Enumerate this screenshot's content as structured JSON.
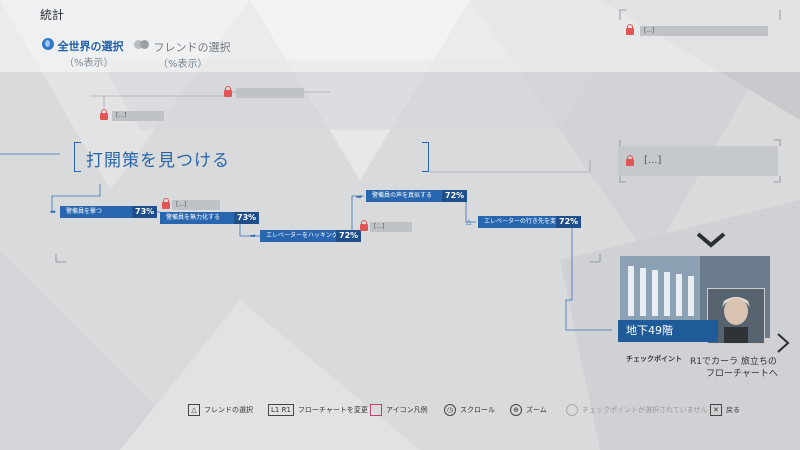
{
  "header": {
    "title": "統計",
    "global_label": "全世界の選択",
    "global_sub": "（%表示）",
    "friend_label": "フレンドの選択",
    "friend_sub": "（%表示）"
  },
  "flow": {
    "heading": "打開策を見つける",
    "locked_label": "[...]",
    "nodes": [
      {
        "label": "警備員を撃つ",
        "pct": "73%"
      },
      {
        "label": "警備員を無力化する",
        "pct": "73%"
      },
      {
        "label": "エレベーターをハッキングする",
        "pct": "72%"
      },
      {
        "label": "警備員の声を真似する",
        "pct": "72%"
      },
      {
        "label": "エレベーターの行き先を変える",
        "pct": "72%"
      }
    ]
  },
  "checkpoint": {
    "location": "地下49階",
    "label": "チェックポイント",
    "r1_line1": "R1でカーラ 旅立ちの",
    "r1_line2": "フローチャートへ"
  },
  "bottom_bar": {
    "friends": "フレンドの選択",
    "l1r1_key": "L1 R1",
    "flowchart": "フローチャートを変更",
    "legend": "アイコン凡例",
    "scroll": "スクロール",
    "zoom": "ズーム",
    "checkpoint_none": "チェックポイントが選択されていません",
    "back": "戻る"
  },
  "colors": {
    "accent": "#2867b0",
    "lock": "#e25555",
    "background": "#d9dadc"
  }
}
